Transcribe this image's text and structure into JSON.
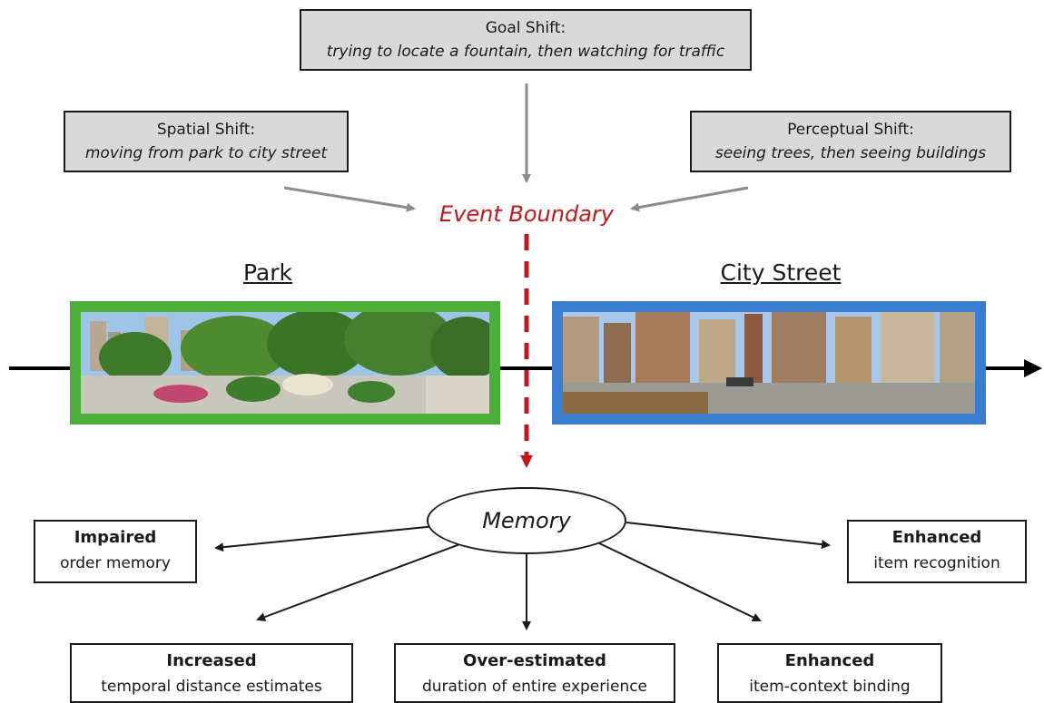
{
  "shifts": {
    "goal": {
      "title": "Goal Shift:",
      "desc": "trying to locate a fountain, then watching for traffic"
    },
    "spatial": {
      "title": "Spatial Shift:",
      "desc": "moving from park to city street"
    },
    "perceptual": {
      "title": "Perceptual Shift:",
      "desc": "seeing trees, then seeing buildings"
    }
  },
  "event_boundary": "Event Boundary",
  "segments": {
    "park": "Park",
    "city": "City Street"
  },
  "memory": "Memory",
  "effects": {
    "impaired": {
      "head": "Impaired",
      "sub": "order memory"
    },
    "enhanced_recognition": {
      "head": "Enhanced",
      "sub": "item recognition"
    },
    "increased": {
      "head": "Increased",
      "sub": "temporal distance estimates"
    },
    "overestimated": {
      "head": "Over-estimated",
      "sub": "duration of entire experience"
    },
    "enhanced_binding": {
      "head": "Enhanced",
      "sub": "item-context binding"
    }
  },
  "colors": {
    "boundary_red": "#c0171d",
    "shift_box_fill": "#d9d9d9",
    "arrow_gray": "#8c8c8c",
    "park_green": "#4cb03a",
    "city_blue": "#3a7fd0"
  }
}
